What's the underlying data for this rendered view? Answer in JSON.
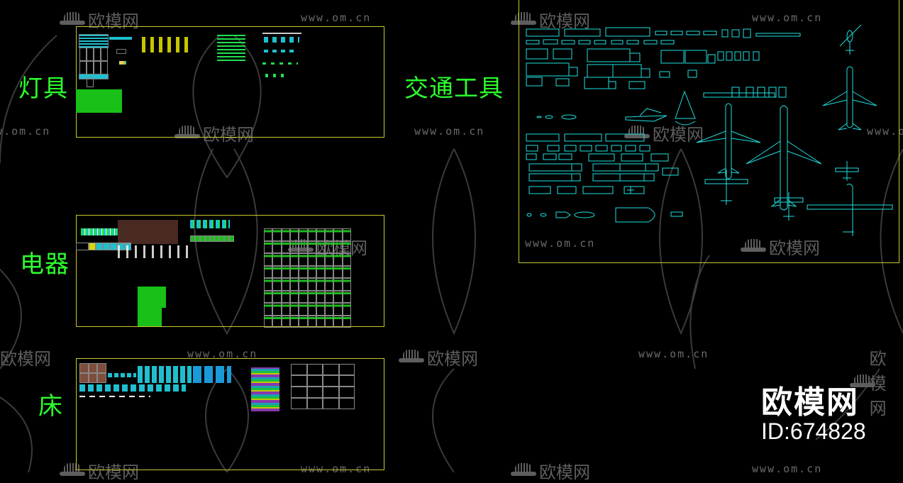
{
  "canvas": {
    "background": "#000000",
    "frame_color": "#c8c832",
    "label_color": "#2cff2c",
    "drawing_color": "#1fe0e0"
  },
  "sections": [
    {
      "id": "lamps",
      "label": "灯具"
    },
    {
      "id": "appliances",
      "label": "电器"
    },
    {
      "id": "beds",
      "label": "床"
    },
    {
      "id": "vehicles",
      "label": "交通工具"
    }
  ],
  "watermark": {
    "logo_text": "欧模网",
    "url_text": "www.om.cn"
  },
  "brand": {
    "name": "欧模网",
    "id_text": "ID:674828"
  }
}
